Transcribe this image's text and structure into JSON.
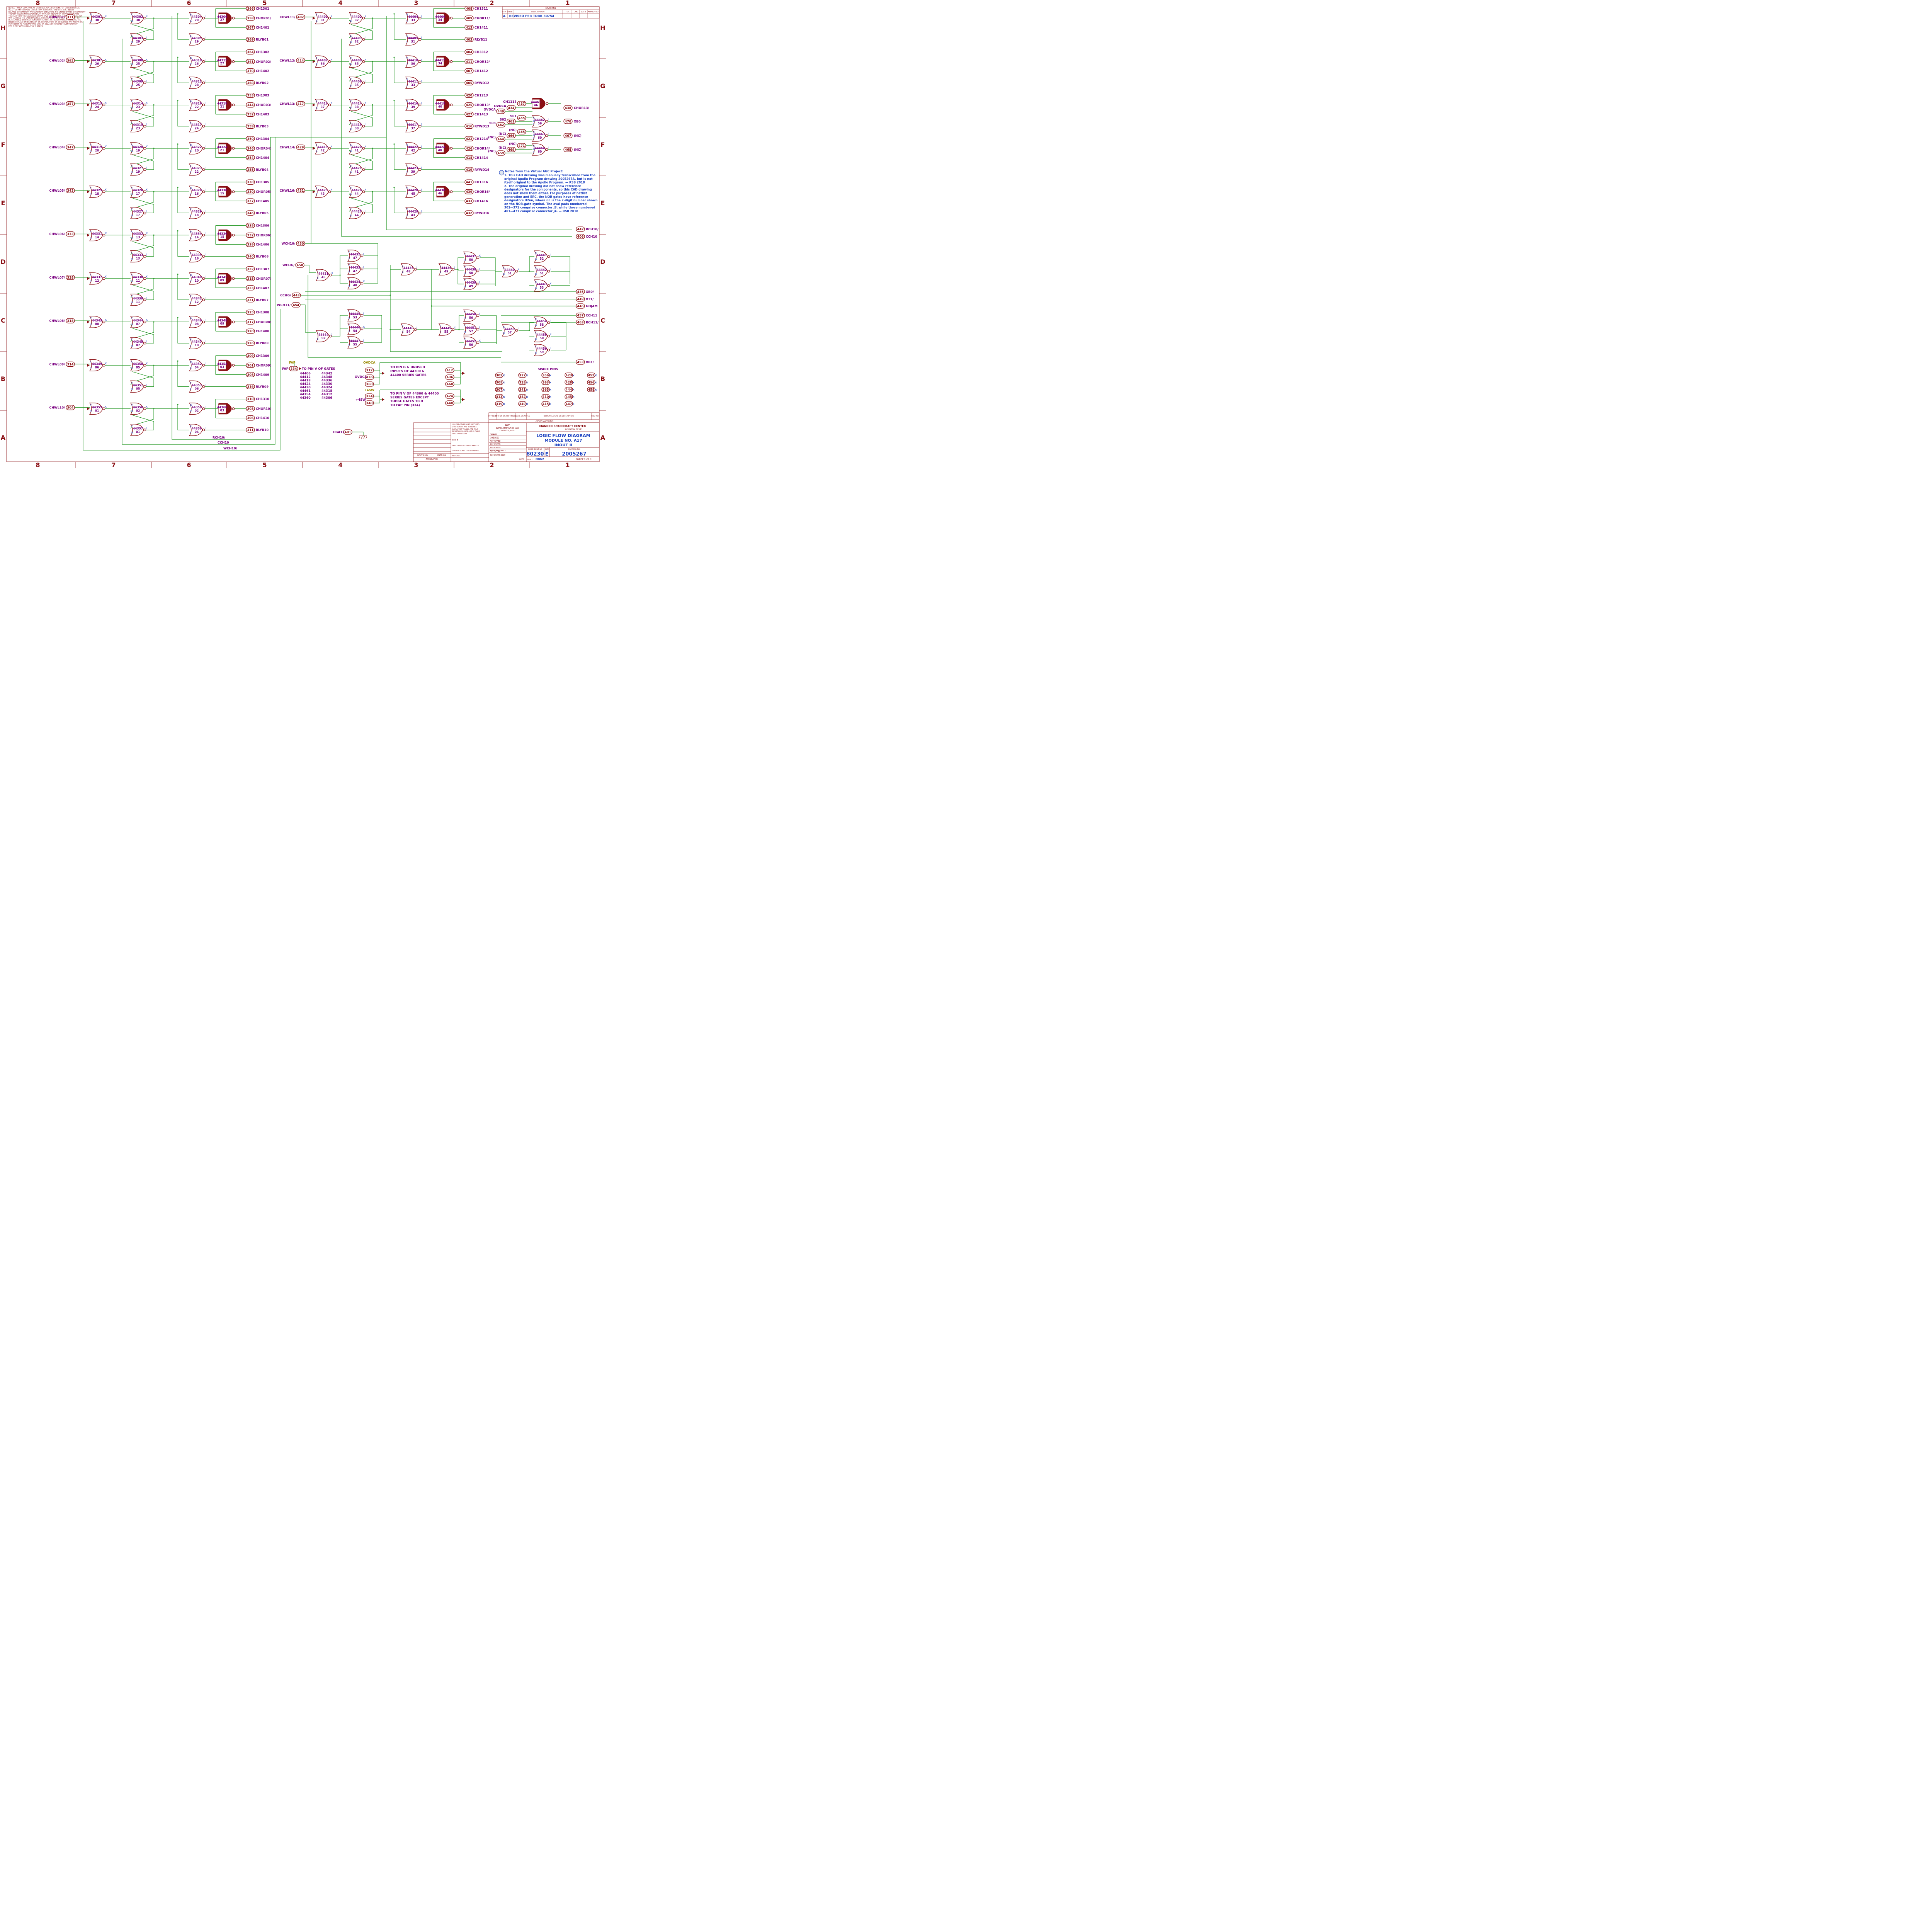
{
  "sheet": {
    "zones_columns": [
      "8",
      "7",
      "6",
      "5",
      "4",
      "3",
      "2",
      "1"
    ],
    "zones_rows": [
      "H",
      "G",
      "F",
      "E",
      "D",
      "C",
      "B",
      "A"
    ],
    "notice": "NOTICE - WHEN GOVERNMENT DRAWINGS, SPECIFICATIONS, OR OTHER DATA ARE USED FOR ANY PURPOSE OTHER THAN IN CONNECTION WITH A DEFINITELY RELATED GOVERNMENT PROCUREMENT OPERATION, THE UNITED STATES GOVERNMENT THEREBY INCURS NO RESPONSIBILITY NOR ANY OBLIGATION WHATSOEVER; AND THE FACT THAT THE GOVERNMENT MAY HAVE FORMULATED, FURNISHED, OR IN ANY WAY SUPPLIED THE SAID DRAWINGS, SPECIFICATIONS OR OTHER DATA IS NOT TO BE REGARDED BY IMPLICATION OR OTHERWISE AS IN ANY MANNER LICENSING THE HOLDER OR ANY OTHER PERSON OR CORPORATION, OR CONVEYING ANY RIGHTS OR PERMISSION TO MANUFACTURE, USE, OR SELL ANY PATENTED INVENTION THAT MAY IN ANY WAY BE RELATED THERETO."
  },
  "left_rows": [
    {
      "in": "CHWL01/",
      "pad": "371",
      "g1": [
        "44301",
        "30"
      ],
      "g2": [
        "44302",
        "30"
      ],
      "g3": [
        "44303",
        "29"
      ],
      "g4": [
        "44304",
        "28"
      ],
      "g5": [
        "44305",
        "29"
      ],
      "g6": [
        "44306",
        "27"
      ],
      "o1": [
        "366",
        "CH1301"
      ],
      "o2": [
        "358",
        "CHOR01/"
      ],
      "o3": [
        "367",
        "CH1401"
      ],
      "o4": [
        "369",
        "RLYB01"
      ]
    },
    {
      "in": "CHWL02/",
      "pad": "362",
      "g1": [
        "44307",
        "26"
      ],
      "g2": [
        "44308",
        "25"
      ],
      "g3": [
        "44309",
        "25"
      ],
      "g4": [
        "44310",
        "26"
      ],
      "g5": [
        "44311",
        "28"
      ],
      "g6": [
        "44312",
        "27"
      ],
      "o1": [
        "364",
        "CH1302"
      ],
      "o2": [
        "361",
        "CHOR02/"
      ],
      "o3": [
        "370",
        "CH1402"
      ],
      "o4": [
        "368",
        "RLYB02"
      ]
    },
    {
      "in": "CHWL03/",
      "pad": "357",
      "g1": [
        "44313",
        "24"
      ],
      "g2": [
        "44314",
        "23"
      ],
      "g3": [
        "44315",
        "23"
      ],
      "g4": [
        "44316",
        "22"
      ],
      "g5": [
        "44317",
        "24"
      ],
      "g6": [
        "44318",
        "21"
      ],
      "o1": [
        "353",
        "CH1303"
      ],
      "o2": [
        "344",
        "CHOR03/"
      ],
      "o3": [
        "352",
        "CH1403"
      ],
      "o4": [
        "359",
        "RLYB03"
      ]
    },
    {
      "in": "CHWL04/",
      "pad": "347",
      "g1": [
        "44319",
        "20"
      ],
      "g2": [
        "44320",
        "19"
      ],
      "g3": [
        "44321",
        "19"
      ],
      "g4": [
        "44322",
        "20"
      ],
      "g5": [
        "44323",
        "22"
      ],
      "g6": [
        "44324",
        "21"
      ],
      "o1": [
        "350",
        "CH1304"
      ],
      "o2": [
        "346",
        "CHOR04/"
      ],
      "o3": [
        "354",
        "CH1404"
      ],
      "o4": [
        "355",
        "RLYB04"
      ]
    },
    {
      "in": "CHWL05/",
      "pad": "343",
      "g1": [
        "44325",
        "18"
      ],
      "g2": [
        "44326",
        "17"
      ],
      "g3": [
        "44327",
        "17"
      ],
      "g4": [
        "44328",
        "16"
      ],
      "g5": [
        "44329",
        "18"
      ],
      "g6": [
        "44330",
        "15"
      ],
      "o1": [
        "338",
        "CH1305"
      ],
      "o2": [
        "330",
        "CHOR05/"
      ],
      "o3": [
        "337",
        "CH1405"
      ],
      "o4": [
        "345",
        "RLYB05"
      ]
    },
    {
      "in": "CHWL06/",
      "pad": "333",
      "g1": [
        "44331",
        "14"
      ],
      "g2": [
        "44332",
        "13"
      ],
      "g3": [
        "44333",
        "13"
      ],
      "g4": [
        "44334",
        "14"
      ],
      "g5": [
        "44335",
        "16"
      ],
      "g6": [
        "44336",
        "15"
      ],
      "o1": [
        "335",
        "CH1306"
      ],
      "o2": [
        "332",
        "CHOR06/"
      ],
      "o3": [
        "339",
        "CH1406"
      ],
      "o4": [
        "340",
        "RLYB06"
      ]
    },
    {
      "in": "CHWL07/",
      "pad": "328",
      "g1": [
        "44337",
        "12"
      ],
      "g2": [
        "44338",
        "11"
      ],
      "g3": [
        "44339",
        "11"
      ],
      "g4": [
        "44340",
        "10"
      ],
      "g5": [
        "44341",
        "12"
      ],
      "g6": [
        "44342",
        "09"
      ],
      "o1": [
        "322",
        "CH1307"
      ],
      "o2": [
        "315",
        "CHOR07/"
      ],
      "o3": [
        "323",
        "CH1407"
      ],
      "o4": [
        "331",
        "RLYB07"
      ]
    },
    {
      "in": "CHWL08/",
      "pad": "318",
      "g1": [
        "44343",
        "08"
      ],
      "g2": [
        "44344",
        "07"
      ],
      "g3": [
        "44345",
        "07"
      ],
      "g4": [
        "44346",
        "08"
      ],
      "g5": [
        "44347",
        "10"
      ],
      "g6": [
        "44348",
        "09"
      ],
      "o1": [
        "325",
        "CH1308"
      ],
      "o2": [
        "317",
        "CHOR08/"
      ],
      "o3": [
        "320",
        "CH1408"
      ],
      "o4": [
        "326",
        "RLYB08"
      ]
    },
    {
      "in": "CHWL09/",
      "pad": "314",
      "g1": [
        "44349",
        "06"
      ],
      "g2": [
        "44350",
        "05"
      ],
      "g3": [
        "44351",
        "05"
      ],
      "g4": [
        "44352",
        "04"
      ],
      "g5": [
        "44353",
        "06"
      ],
      "g6": [
        "44354",
        "03"
      ],
      "o1": [
        "309",
        "CH1309"
      ],
      "o2": [
        "301",
        "CHOR09/"
      ],
      "o3": [
        "308",
        "CH1409"
      ],
      "o4": [
        "316",
        "RLYB09"
      ]
    },
    {
      "in": "CHWL10/",
      "pad": "304",
      "g1": [
        "44355",
        "01"
      ],
      "g2": [
        "44356",
        "02"
      ],
      "g3": [
        "44357",
        "01"
      ],
      "g4": [
        "44358",
        "02"
      ],
      "g5": [
        "44359",
        "04"
      ],
      "g6": [
        "44360",
        "03"
      ],
      "o1": [
        "310",
        "CH1310"
      ],
      "o2": [
        "303",
        "CHOR10/"
      ],
      "o3": [
        "306",
        "CH1410"
      ],
      "o4": [
        "311",
        "RLYB10"
      ]
    }
  ],
  "right_rows": [
    {
      "in": "CHWL11/",
      "pad": "402",
      "g1": [
        "44401",
        "31"
      ],
      "g2": [
        "44402",
        "32"
      ],
      "g3": [
        "44403",
        "32"
      ],
      "g4": [
        "44404",
        "33"
      ],
      "g5": [
        "44405",
        "31"
      ],
      "g6": [
        "44406",
        "34"
      ],
      "o1": [
        "408",
        "CH1311"
      ],
      "o2": [
        "409",
        "CHOR11/"
      ],
      "o3": [
        "413",
        "CH1411"
      ],
      "o4": [
        "403",
        "RLYB11"
      ]
    },
    {
      "in": "CHWL12/",
      "pad": "414",
      "g1": [
        "44407",
        "36"
      ],
      "g2": [
        "44408",
        "35"
      ],
      "g3": [
        "44409",
        "35"
      ],
      "g4": [
        "44410",
        "36"
      ],
      "g5": [
        "44411",
        "33"
      ],
      "g6": [
        "44412",
        "34"
      ],
      "o1": [
        "404",
        "CH3312"
      ],
      "o2": [
        "411",
        "CHOR12/"
      ],
      "o3": [
        "407",
        "CH1412"
      ],
      "o4": [
        "405",
        "RYWD12"
      ]
    },
    {
      "in": "CHWL13/",
      "pad": "417",
      "g1": [
        "44413",
        "37"
      ],
      "g2": [
        "44414",
        "38"
      ],
      "g3": [
        "44415",
        "38"
      ],
      "g4": [
        "44416",
        "39"
      ],
      "g5": [
        "44417",
        "37"
      ],
      "g6": [
        "44418",
        "40"
      ],
      "o1": [
        "420",
        "CH1213"
      ],
      "o2": [
        "425",
        "CHOR13/"
      ],
      "o3": [
        "427",
        "CH1413"
      ],
      "o4": [
        "416",
        "RYWD13"
      ]
    },
    {
      "in": "CHWL14/",
      "pad": "429",
      "g1": [
        "44419",
        "42"
      ],
      "g2": [
        "44420",
        "41"
      ],
      "g3": [
        "44421",
        "41"
      ],
      "g4": [
        "44422",
        "42"
      ],
      "g5": [
        "44423",
        "39"
      ],
      "g6": [
        "44424",
        "40"
      ],
      "o1": [
        "422",
        "CH1214"
      ],
      "o2": [
        "426",
        "CHOR14/"
      ],
      "o3": [
        "418",
        "CH1414"
      ],
      "o4": [
        "419",
        "RYWD14"
      ]
    },
    {
      "in": "CHWL16/",
      "pad": "431",
      "g1": [
        "44425",
        "43"
      ],
      "g2": [
        "44426",
        "44"
      ],
      "g3": [
        "44427",
        "44"
      ],
      "g4": [
        "44428",
        "45"
      ],
      "g5": [
        "44429",
        "43"
      ],
      "g6": [
        "44430",
        "46"
      ],
      "o1": [
        "441",
        "CH1316"
      ],
      "o2": [
        "439",
        "CHOR16/"
      ],
      "o3": [
        "433",
        "CH1416"
      ],
      "o4": [
        "432",
        "RYWD16"
      ]
    }
  ],
  "bus_labels": {
    "rch": "RCH10/",
    "cch": "CCH10",
    "wch": "WCH10/"
  },
  "chor13_block": {
    "inputs": [
      [
        "CH1113",
        "437"
      ],
      [
        "OVDCA",
        "434"
      ],
      [
        "OVDCA",
        "440"
      ],
      [
        "S01",
        "455"
      ],
      [
        "S02",
        "461"
      ],
      [
        "S03",
        "462"
      ],
      [
        "(NC)",
        "465"
      ],
      [
        "(NC)",
        "466"
      ],
      [
        "(NC)",
        "464"
      ],
      [
        "(NC)",
        "471"
      ],
      [
        "(NC)",
        "469"
      ],
      [
        "(NC)",
        "459"
      ]
    ],
    "gates": [
      [
        "44461",
        "46"
      ],
      [
        "44462",
        "59"
      ],
      [
        "44463",
        "60"
      ],
      [
        "44464",
        "60"
      ]
    ],
    "outputs": [
      [
        "438",
        "CHOR13/"
      ],
      [
        "470",
        "XB0"
      ],
      [
        "467",
        "(NC)"
      ],
      [
        "468",
        "(NC)"
      ]
    ]
  },
  "right_outputs": [
    [
      "442",
      "RCH10/"
    ],
    [
      "406",
      "CCH10"
    ],
    [
      "435",
      "XB0/"
    ],
    [
      "449",
      "XT1/"
    ],
    [
      "446",
      "GOJAM"
    ],
    [
      "457",
      "CCH11"
    ],
    [
      "463",
      "RCH11/"
    ],
    [
      "453",
      "XB1/"
    ]
  ],
  "control_inputs": [
    [
      "WCH10/",
      "430"
    ],
    [
      "WCHG/",
      "450"
    ],
    [
      "CCHG/",
      "443"
    ],
    [
      "WCH11/",
      "454"
    ]
  ],
  "lower_gates": [
    [
      "44431",
      "45"
    ],
    [
      "44432",
      "47"
    ],
    [
      "44433",
      "47"
    ],
    [
      "44434",
      "48"
    ],
    [
      "44435",
      "48"
    ],
    [
      "44436",
      "49"
    ],
    [
      "44437",
      "50"
    ],
    [
      "44438",
      "50"
    ],
    [
      "44439",
      "49"
    ],
    [
      "44440",
      "51"
    ],
    [
      "44441",
      "52"
    ],
    [
      "44442",
      "51"
    ],
    [
      "44443",
      "53"
    ],
    [
      "44444",
      "52"
    ],
    [
      "44445",
      "53"
    ],
    [
      "44446",
      "54"
    ],
    [
      "44447",
      "55"
    ],
    [
      "44448",
      "54"
    ],
    [
      "44449",
      "55"
    ],
    [
      "44450",
      "56"
    ],
    [
      "44451",
      "57"
    ],
    [
      "44452",
      "56"
    ],
    [
      "44453",
      "57"
    ],
    [
      "44454",
      "58"
    ],
    [
      "44455",
      "58"
    ],
    [
      "44456",
      "59"
    ]
  ],
  "fap": {
    "label": "FAP",
    "pad": "334",
    "text": "TO PIN V OF GATES",
    "gates": [
      "44406",
      "44342",
      "44412",
      "44348",
      "44418",
      "44336",
      "44424",
      "44330",
      "44430",
      "44324",
      "44461",
      "44318",
      "44354",
      "44312",
      "44360",
      "44306"
    ]
  },
  "ovdca": {
    "label": "OVDCA",
    "pads": [
      "312",
      "336",
      "360"
    ],
    "pads_right": [
      "412",
      "436",
      "460"
    ],
    "text": [
      "TO PIN G & UNUSED",
      "INPUTS OF 44300 &",
      "44400 SERIES GATES"
    ]
  },
  "sw4": {
    "label": "+4SW",
    "pads": [
      "324",
      "348"
    ],
    "pads_right": [
      "424",
      "448"
    ],
    "text": [
      "TO PIN   V  OF 44300 & 44400",
      "SERIES GATES EXCEPT",
      "THOSE GATES TIED",
      "TO FAP PIN (334)"
    ]
  },
  "cga17": {
    "label": "CGA17",
    "pad": "401"
  },
  "spare": {
    "title": "SPARE PINS",
    "pins": [
      "302",
      "327",
      "356",
      "423",
      "452",
      "305",
      "329",
      "363",
      "428",
      "456",
      "307",
      "341",
      "365",
      "444",
      "458",
      "313",
      "342",
      "410",
      "445",
      "319",
      "349",
      "415",
      "447"
    ]
  },
  "notes": {
    "title": "Notes from the Virtual AGC Project:",
    "items": [
      "1. This CAD drawing was manually transcribed from the",
      "    original Apollo Program drawing 2005267A, but is not",
      "    itself original to the Apollo Program. — RSB 2018",
      "2. The original drawing did not show reference",
      "    designators for the components, so this CAD drawing",
      "    does not show them either.  For purposes of netlist",
      "    generation and ERC, the NOR gates have reference",
      "    designators U2nn, where nn is the 2-digit number shown",
      "    on the NOR-gate symbol.  The oval pads numbered",
      "    301—371 comprise connector J3, while those numbered",
      "    401—471 comprise connector J4. — RSB 2018"
    ]
  },
  "revisions": {
    "title": "REVISIONS",
    "headers": [
      "SYM",
      "ZONE",
      "DESCRIPTION",
      "DR",
      "CHK",
      "DATE",
      "APPROVED"
    ],
    "row": [
      "A",
      "",
      "REVISED PER TDRR 30754",
      "",
      "",
      "",
      ""
    ]
  },
  "titleblock": {
    "org": "MIT",
    "lab": "INSTRUMENTATION LAB",
    "city": "CAMBRIDGE, MASS.",
    "msc": "MANNED SPACECRAFT CENTER",
    "msc_city": "HOUSTON, TEXAS",
    "title1": "LOGIC FLOW DIAGRAM",
    "title2": "MODULE NO. A17",
    "title3": "INOUT II",
    "code_ident": "80230",
    "size": "E",
    "drawing_no": "2005267",
    "scale": "NONE",
    "sheet": "SHEET 2 OF 2",
    "lom": "LIST OF MATERIALS",
    "lom_headers": [
      "QTY REQD",
      "PART OR IDENTIFYING NO.",
      "MATERIAL OR NOTES",
      "NOMENCLATURE OR DESCRIPTION",
      "FIND NO."
    ],
    "tol_text": [
      "UNLESS OTHERWISE SPECIFIED",
      "DIMENSIONS ARE IN INCHES",
      "CAPACITOR VALUES ARE IN uF",
      "RESISTOR VALUES ARE IN OHMS",
      "TOLERANCES ON",
      "FRACTIONS   DECIMALS   ANGLES",
      "DO NOT SCALE THIS DRAWING",
      "MATERIAL"
    ],
    "sign": [
      "DRAWN",
      "CHECKED",
      "APPROVED",
      "APPROVED",
      "APPROVED",
      "APPROVED"
    ],
    "apprv": [
      "APPROVED M I T",
      "APPROVED MSC"
    ],
    "next": "NEXT ASSY",
    "used": "USED ON",
    "appl": "APPLICATION",
    "date": "DATE",
    "code_lbl": "CODE IDENT NO",
    "size_lbl": "SIZE",
    "dwg_lbl": "DRAWING NO.",
    "scale_lbl": "SCALE"
  },
  "colors": {
    "wire": "#2a9a2a",
    "gate": "#8b0f14",
    "net": "#7a0080",
    "note": "#1a3fc0"
  }
}
